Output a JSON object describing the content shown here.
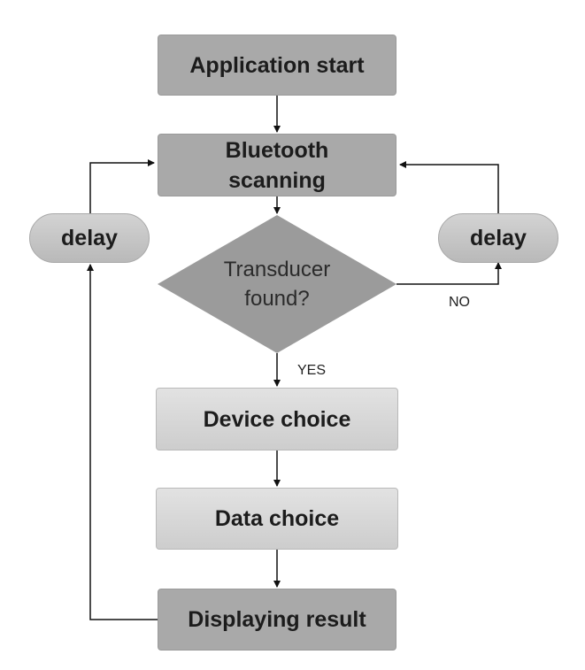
{
  "nodes": {
    "app_start": "Application start",
    "bt_scan_line1": "Bluetooth",
    "bt_scan_line2": "scanning",
    "decision_line1": "Transducer",
    "decision_line2": "found?",
    "delay_left": "delay",
    "delay_right": "delay",
    "device_choice": "Device choice",
    "data_choice": "Data choice",
    "displaying_result": "Displaying result"
  },
  "edges": {
    "yes_label": "YES",
    "no_label": "NO"
  },
  "colors": {
    "dark_box": "#a9a9a9",
    "light_box": "#d6d6d6",
    "diamond": "#9b9b9b",
    "arrow": "#111111"
  }
}
